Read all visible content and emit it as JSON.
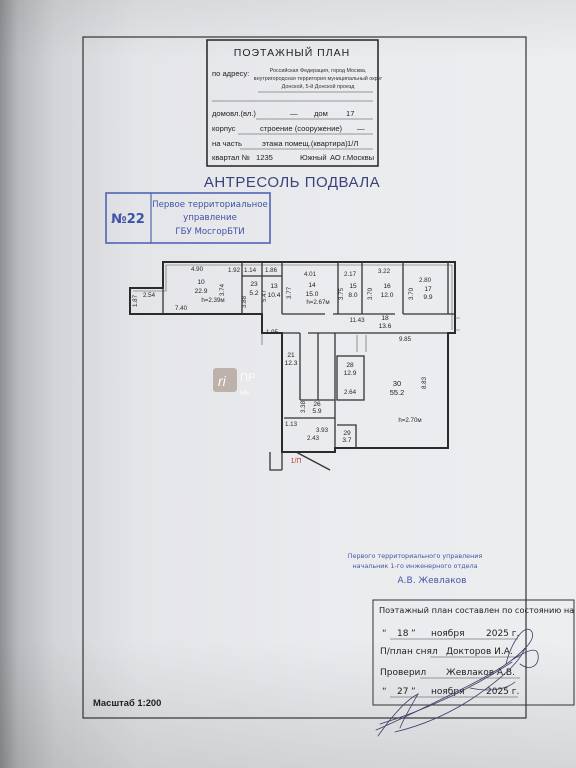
{
  "header": {
    "title": "ПОЭТАЖНЫЙ ПЛАН",
    "address_label": "по адресу:",
    "address": [
      "Российская Федерация, город Москва,",
      "внутригородская территория муниципальный округ",
      "Донской, 5-й Донской проезд"
    ],
    "domovl_label": "домовл.(вл.)",
    "domovl_value": "—",
    "dom_label": "дом",
    "dom_value": "17",
    "korpus_label": "корпус",
    "stroenie_label": "строение (сооружение)",
    "stroenie_value": "—",
    "chast_label": "на часть",
    "etazh_label": "этажа помещ.(квартира)",
    "pomeshch_value": "1/Л",
    "kvartal_label": "квартал №",
    "kvartal_value": "1235",
    "okrug": "Южный",
    "city": "АО г.Москвы"
  },
  "level_title": "АНТРЕСОЛЬ ПОДВАЛА",
  "stamp": {
    "number": "№22",
    "lines": [
      "Первое территориальное",
      "управление",
      "ГБУ МосгорБТИ"
    ]
  },
  "plan": {
    "labels": [
      "4.90",
      "10",
      "22.9",
      "h=2.39м",
      "7.40",
      "2.54",
      "1.87",
      "3.74",
      "1.92",
      "1.14",
      "1.86",
      "23",
      "5.2",
      "3.88",
      "5.47",
      "13",
      "10.4",
      "4.01",
      "14",
      "15.0",
      "3.77",
      "h=2.67м",
      "2.17",
      "15",
      "8.0",
      "3.75",
      "3.22",
      "16",
      "12.0",
      "3.70",
      "2.80",
      "17",
      "9.9",
      "3.70",
      "11.43",
      "18",
      "13.6",
      "1.95",
      "9.85",
      "30",
      "55.2",
      "8.83",
      "h=2.70м",
      "21",
      "12.3",
      "28",
      "12.9",
      "2.64",
      "26",
      "5.9",
      "3.38",
      "1.13",
      "3.93",
      "2.43",
      "29",
      "3.7"
    ],
    "floor_mark": "1/П"
  },
  "watermark": {
    "logo": "ri",
    "fragments": [
      "ПР",
      "НЕ"
    ]
  },
  "approval": {
    "line1": "Первого территориального управления",
    "line2": "начальник 1-го инженерного отдела",
    "name": "А.В. Жевлаков"
  },
  "footer_box": {
    "caption": "Поэтажный план составлен по состоянию на",
    "date1": {
      "open": "“",
      "day": "18",
      "close": "”",
      "month": "ноября",
      "year": "2025 г."
    },
    "surveyor_label": "П/план снял",
    "surveyor": "Докторов И.А.",
    "checker_label": "Проверил",
    "checker": "Жевлаков А.В.",
    "date2": {
      "open": "“",
      "day": "27",
      "close": "”",
      "month": "ноября",
      "year": "2025 г."
    }
  },
  "scale": "Масштаб 1:200",
  "colors": {
    "ink": "#222222",
    "title_blue": "#3a4478",
    "stamp_blue": "#4f61b0",
    "floor_mark_red": "#c0392b",
    "paper": "#eaebee"
  }
}
